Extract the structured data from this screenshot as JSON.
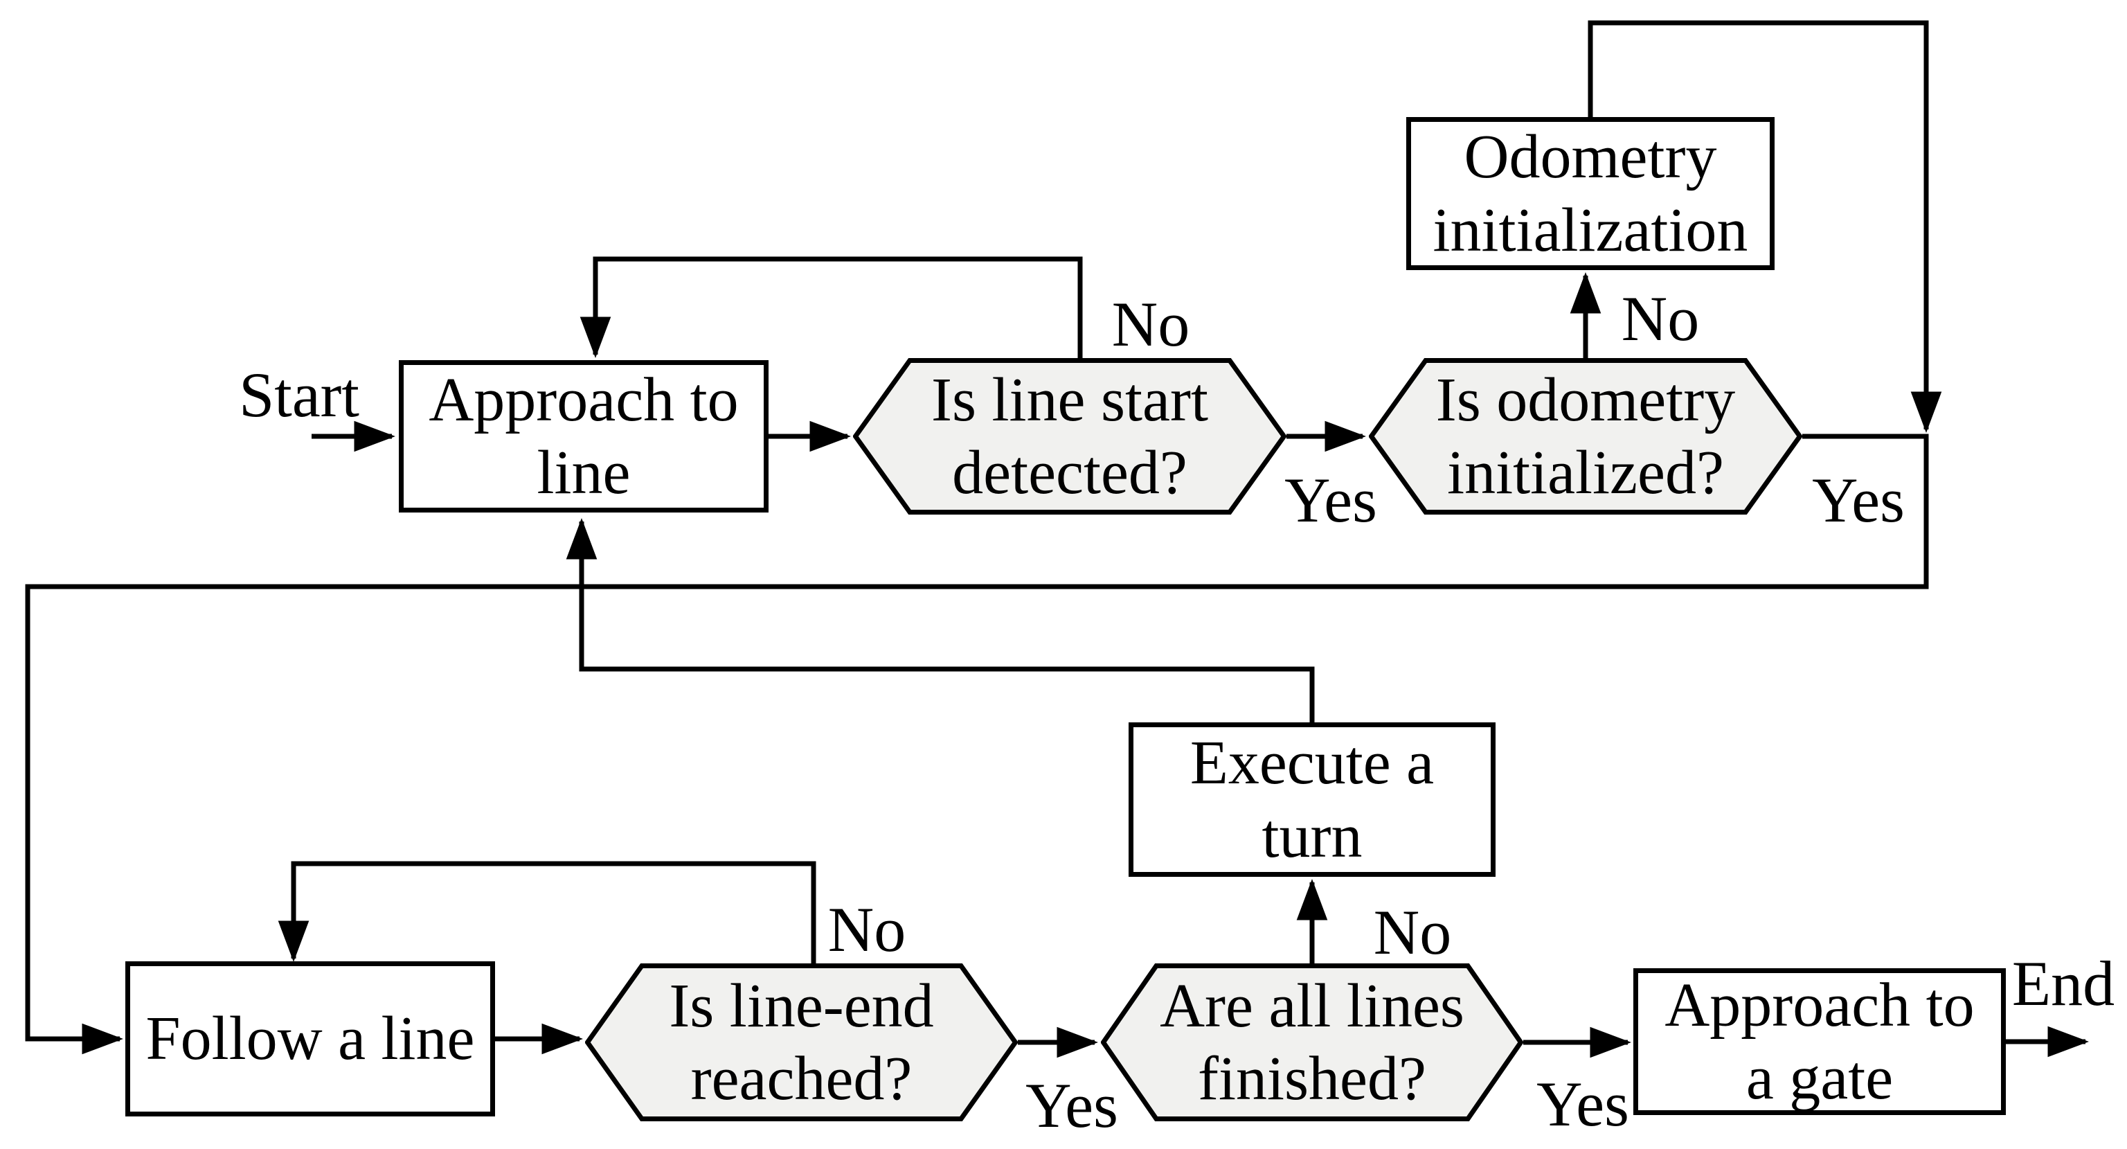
{
  "diagram": {
    "type": "flowchart",
    "colors": {
      "background": "#ffffff",
      "line": "#000000",
      "process_fill": "#ffffff",
      "decision_fill": "#f1f1ef",
      "text": "#000000"
    },
    "nodes": {
      "approach_to_line": {
        "type": "process",
        "lines": [
          "Approach to",
          "line"
        ]
      },
      "is_line_start_detected": {
        "type": "decision",
        "lines": [
          "Is line start",
          "detected?"
        ]
      },
      "is_odometry_initialized": {
        "type": "decision",
        "lines": [
          "Is odometry",
          "initialized?"
        ]
      },
      "odometry_initialization": {
        "type": "process",
        "lines": [
          "Odometry",
          "initialization"
        ]
      },
      "execute_a_turn": {
        "type": "process",
        "lines": [
          "Execute a",
          "turn"
        ]
      },
      "follow_a_line": {
        "type": "process",
        "lines": [
          "Follow a line"
        ]
      },
      "is_line_end_reached": {
        "type": "decision",
        "lines": [
          "Is line-end",
          "reached?"
        ]
      },
      "are_all_lines_finished": {
        "type": "decision",
        "lines": [
          "Are all lines",
          "finished?"
        ]
      },
      "approach_to_a_gate": {
        "type": "process",
        "lines": [
          "Approach to",
          "a gate"
        ]
      }
    },
    "labels": {
      "start": "Start",
      "end": "End",
      "line_start_no": "No",
      "line_start_yes": "Yes",
      "odometry_no": "No",
      "odometry_yes": "Yes",
      "line_end_no": "No",
      "line_end_yes": "Yes",
      "lines_finished_no": "No",
      "lines_finished_yes": "Yes"
    }
  }
}
